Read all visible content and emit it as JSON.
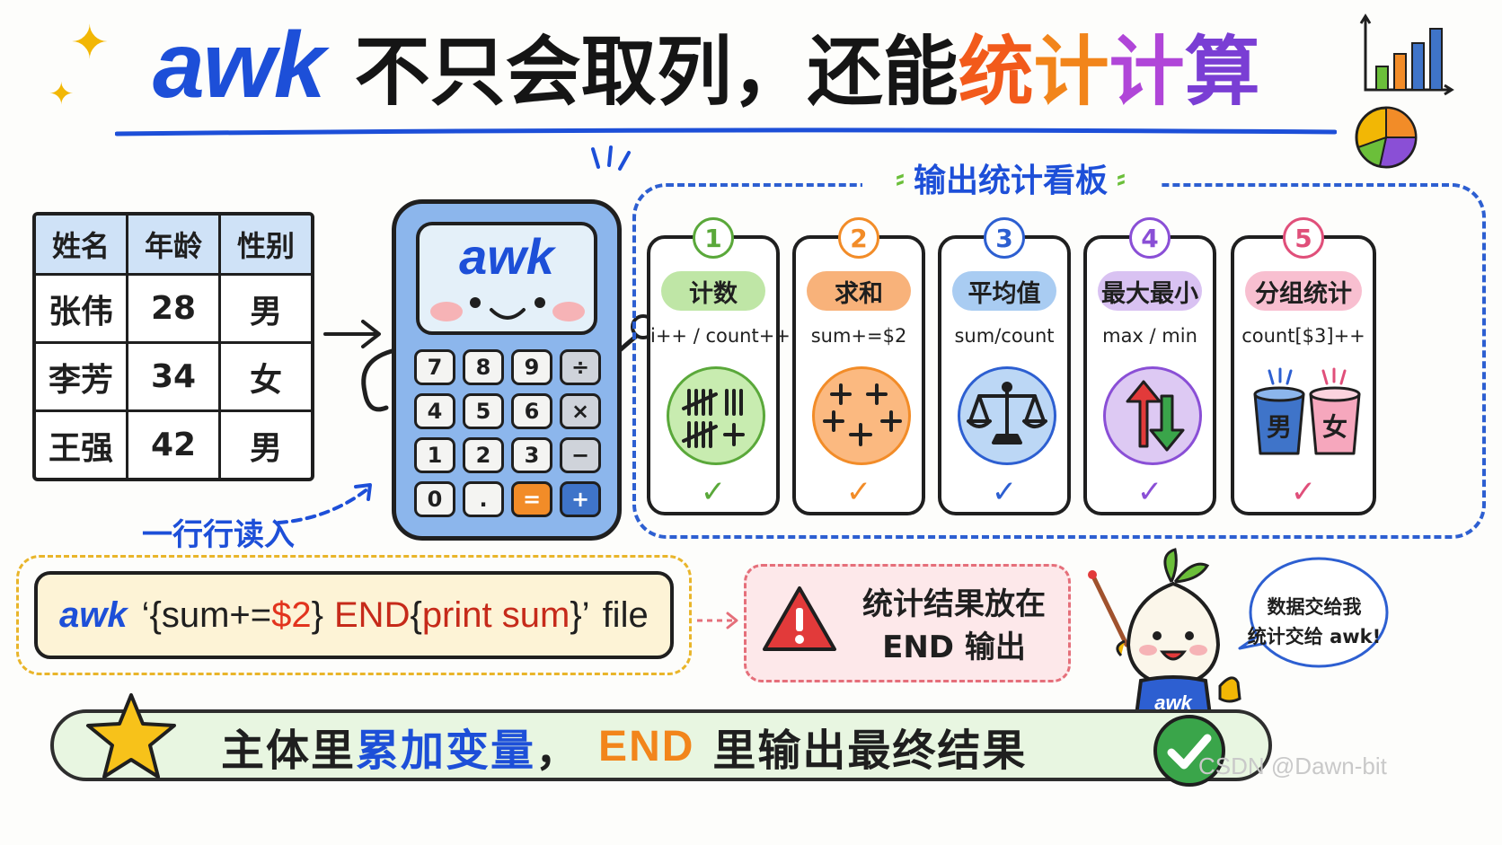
{
  "title": {
    "awk": "awk",
    "part1": "不只会取列，还能",
    "part2": [
      "统",
      "计",
      "计",
      "算"
    ]
  },
  "table": {
    "headers": [
      "姓名",
      "年龄",
      "性别"
    ],
    "rows": [
      [
        "张伟",
        "28",
        "男"
      ],
      [
        "李芳",
        "34",
        "女"
      ],
      [
        "王强",
        "42",
        "男"
      ]
    ]
  },
  "read_label": "一行行读入",
  "calculator": {
    "logo": "awk",
    "keys": [
      "7",
      "8",
      "9",
      "÷",
      "4",
      "5",
      "6",
      "×",
      "1",
      "2",
      "3",
      "−",
      "0",
      ".",
      "=",
      "+"
    ]
  },
  "dashboard": {
    "title": "输出统计看板",
    "cards": [
      {
        "num": "1",
        "label": "计数",
        "code": "i++ / count++",
        "icon": "tally-icon",
        "color": "#5aa83a",
        "pill_bg": "#bfe6a6",
        "circle_bg": "#c8ecb0"
      },
      {
        "num": "2",
        "label": "求和",
        "code": "sum+=$2",
        "icon": "plus-signs-icon",
        "color": "#f28c28",
        "pill_bg": "#f8b27a",
        "circle_bg": "#fbb980"
      },
      {
        "num": "3",
        "label": "平均值",
        "code": "sum/count",
        "icon": "balance-scale-icon",
        "color": "#2d5fd1",
        "pill_bg": "#a9ccf2",
        "circle_bg": "#bcd7f5"
      },
      {
        "num": "4",
        "label": "最大最小",
        "code": "max / min",
        "icon": "up-down-arrows-icon",
        "color": "#8a4fd6",
        "pill_bg": "#d9c2f2",
        "circle_bg": "#ddc9f3"
      },
      {
        "num": "5",
        "label": "分组统计",
        "code": "count[$3]++",
        "icon": "group-buckets-icon",
        "color": "#e04f7a",
        "pill_bg": "#f8bfd0",
        "circle_bg": "#ffffff",
        "bucket_labels": [
          "男",
          "女"
        ]
      }
    ]
  },
  "code": {
    "awk": "awk",
    "open": "‘{sum+=",
    "var": "$2",
    "close1": "}",
    "end": "END",
    "brace_open": "{",
    "print": "print sum",
    "brace_close": "}’",
    "file": "file"
  },
  "note": {
    "line1": "统计结果放在",
    "line2": "END 输出"
  },
  "mascot": {
    "shirt": "awk"
  },
  "bubble": {
    "line1": "数据交给我",
    "line2": "统计交给 awk!"
  },
  "banner": {
    "p1": "主体里",
    "p2": "累加变量",
    "p3": "，",
    "p4": "END",
    "p5": "里输出最终结果"
  },
  "watermark": "CSDN @Dawn-bit",
  "colors": {
    "blue": "#1d4fd8",
    "orange": "#f2851b",
    "purple": "#7a3ed4",
    "red": "#e2341e"
  }
}
